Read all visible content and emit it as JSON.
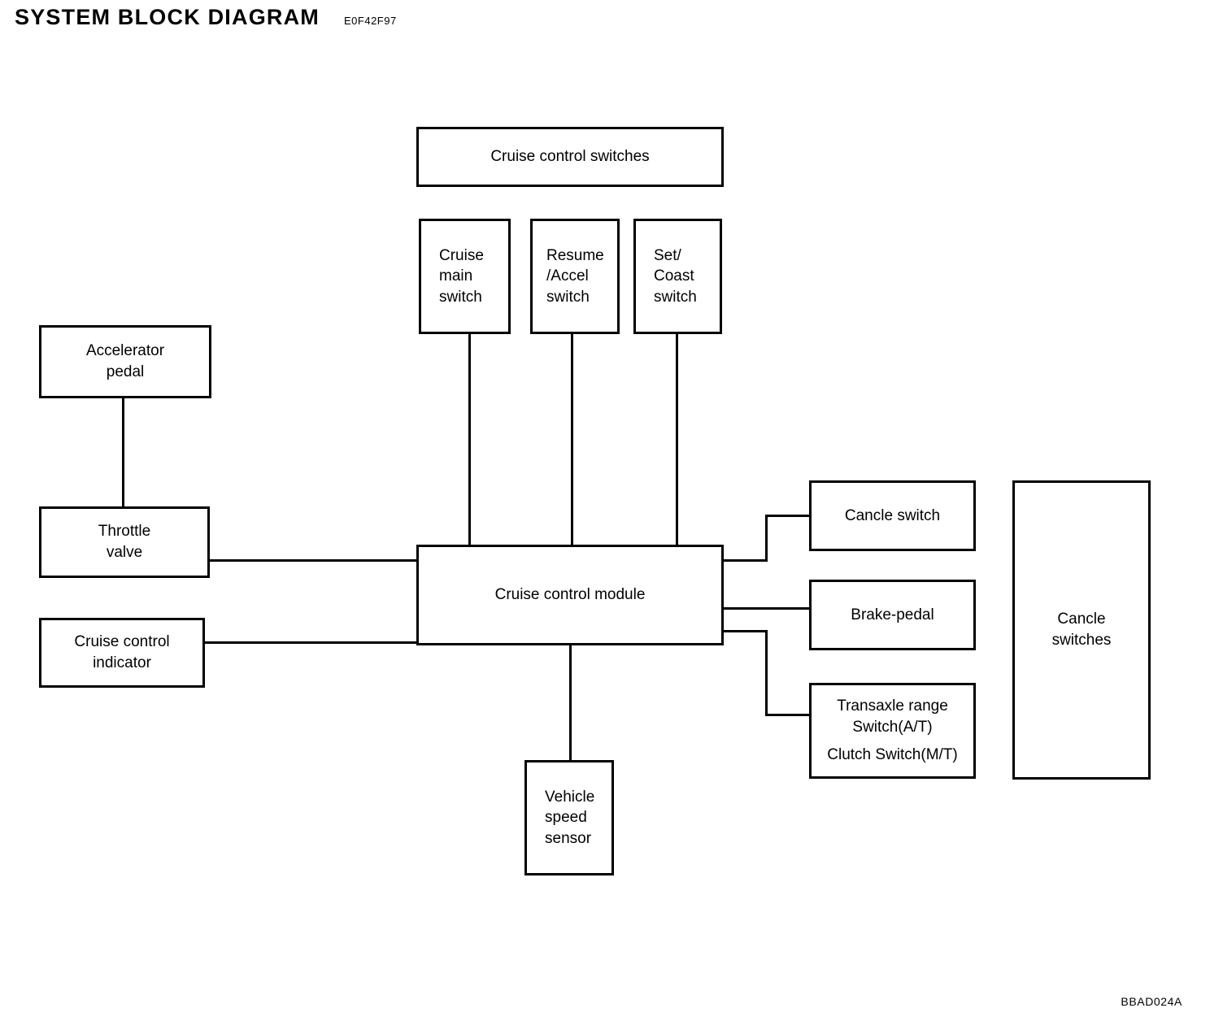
{
  "header": {
    "title": "SYSTEM BLOCK DIAGRAM",
    "doc_code": "E0F42F97"
  },
  "footer": {
    "code": "BBAD024A"
  },
  "blocks": {
    "cruise_control_switches": {
      "label": "Cruise control switches"
    },
    "cruise_main_switch": {
      "line1": "Cruise",
      "line2": "main",
      "line3": "switch"
    },
    "resume_accel_switch": {
      "line1": "Resume",
      "line2": "/Accel",
      "line3": "switch"
    },
    "set_coast_switch": {
      "line1": "Set/",
      "line2": "Coast",
      "line3": "switch"
    },
    "accelerator_pedal": {
      "line1": "Accelerator",
      "line2": "pedal"
    },
    "throttle_valve": {
      "line1": "Throttle",
      "line2": "valve"
    },
    "cruise_control_indicator": {
      "line1": "Cruise control",
      "line2": "indicator"
    },
    "cruise_control_module": {
      "label": "Cruise control module"
    },
    "vehicle_speed_sensor": {
      "line1": "Vehicle",
      "line2": "speed",
      "line3": "sensor"
    },
    "cancle_switch": {
      "label": "Cancle switch"
    },
    "brake_pedal": {
      "label": "Brake-pedal"
    },
    "transaxle_clutch_switch": {
      "line1": "Transaxle range",
      "line2": "Switch(A/T)",
      "line3": "Clutch Switch(M/T)"
    },
    "cancle_switches_group": {
      "line1": "Cancle",
      "line2": "switches"
    }
  },
  "diagram": {
    "type": "block-diagram",
    "subject": "Cruise control system",
    "connections": [
      {
        "from": "accelerator_pedal",
        "to": "throttle_valve"
      },
      {
        "from": "throttle_valve",
        "to": "cruise_control_module"
      },
      {
        "from": "cruise_control_indicator",
        "to": "cruise_control_module"
      },
      {
        "from": "cruise_main_switch",
        "to": "cruise_control_module"
      },
      {
        "from": "resume_accel_switch",
        "to": "cruise_control_module"
      },
      {
        "from": "set_coast_switch",
        "to": "cruise_control_module"
      },
      {
        "from": "vehicle_speed_sensor",
        "to": "cruise_control_module"
      },
      {
        "from": "cruise_control_module",
        "to": "cancle_switch"
      },
      {
        "from": "cruise_control_module",
        "to": "brake_pedal"
      },
      {
        "from": "cruise_control_module",
        "to": "transaxle_clutch_switch"
      }
    ],
    "groups": [
      {
        "name": "cruise_control_switches",
        "members": [
          "cruise_main_switch",
          "resume_accel_switch",
          "set_coast_switch"
        ]
      },
      {
        "name": "cancle_switches_group",
        "members": [
          "cancle_switch",
          "brake_pedal",
          "transaxle_clutch_switch"
        ]
      }
    ]
  }
}
